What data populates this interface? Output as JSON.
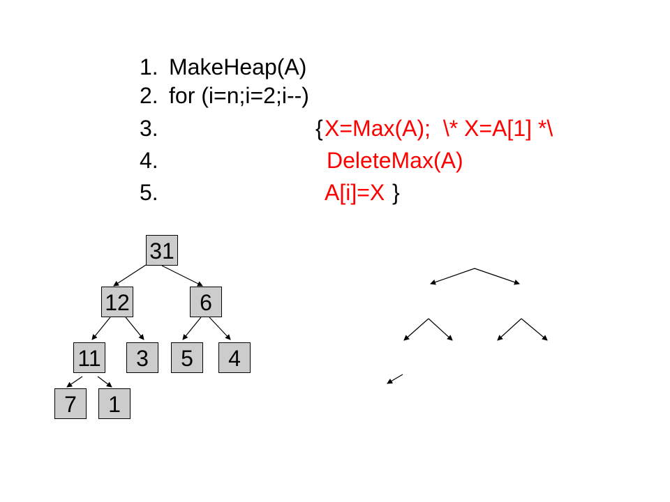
{
  "code": {
    "lines": [
      {
        "num": "1.",
        "parts": [
          {
            "text": "MakeHeap(A)",
            "color": "#000000"
          }
        ]
      },
      {
        "num": "2.",
        "parts": [
          {
            "text": "for (i=n;i=2;i--)",
            "color": "#000000"
          }
        ]
      },
      {
        "num": "3.",
        "parts": [
          {
            "text": "{",
            "color": "#000000"
          },
          {
            "text": "X=Max(A);  \\* X=A[1] *\\",
            "color": "#ff0000"
          }
        ]
      },
      {
        "num": "4.",
        "parts": [
          {
            "text": "DeleteMax(A)",
            "color": "#ff0000"
          }
        ]
      },
      {
        "num": "5.",
        "parts": [
          {
            "text": "A[i]=X",
            "color": "#ff0000"
          },
          {
            "text": "}",
            "color": "#000000"
          }
        ]
      }
    ]
  },
  "heap": {
    "nodes": [
      "31",
      "12",
      "6",
      "11",
      "3",
      "5",
      "4",
      "7",
      "1"
    ]
  },
  "colors": {
    "node_fill": "#cccccc",
    "text": "#000000",
    "highlight": "#ff0000"
  }
}
